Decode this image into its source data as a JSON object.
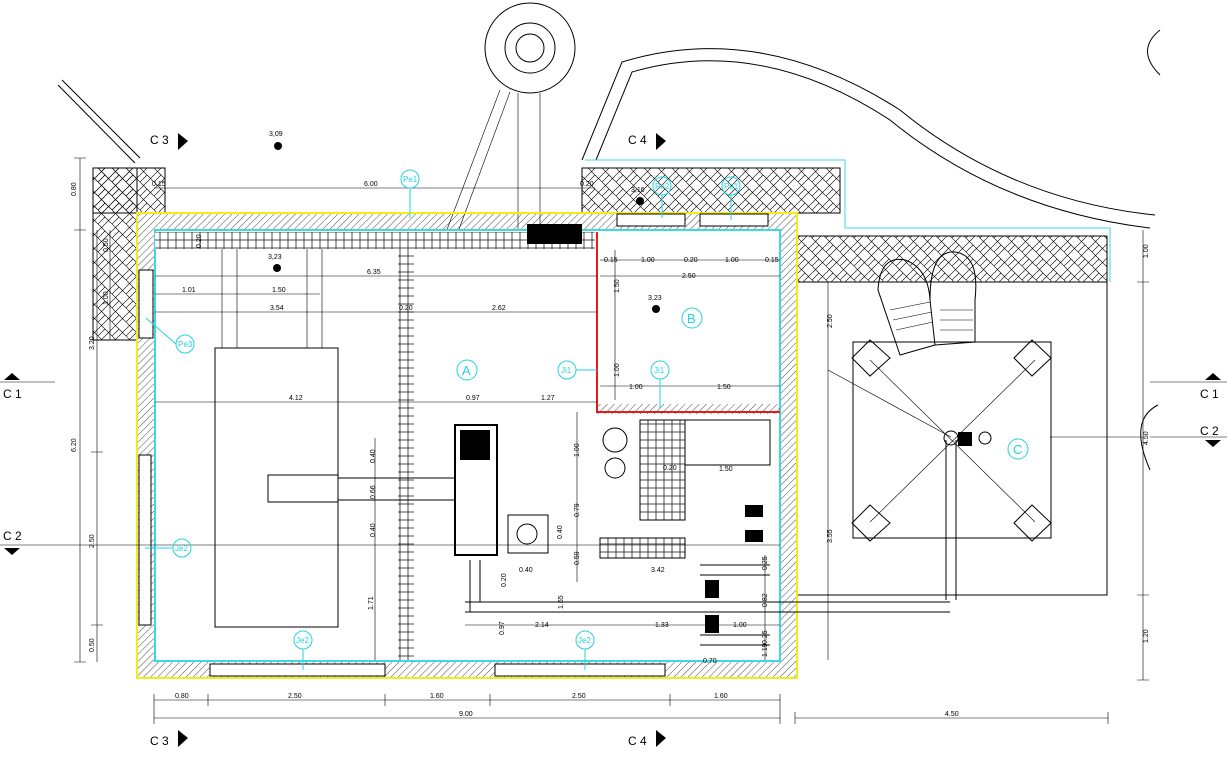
{
  "sections": {
    "c1": "C 1",
    "c2": "C 2",
    "c3": "C 3",
    "c4": "C 4"
  },
  "rooms": {
    "a": "A",
    "b": "B",
    "c": "C"
  },
  "elevations": [
    "3,09",
    "3,23",
    "3,23",
    "3,16"
  ],
  "tags": [
    "Pe1",
    "Pe2",
    "Pe1",
    "Pe3",
    "Ji1",
    "Ji1",
    "Je2",
    "Je2",
    "Je2"
  ],
  "dims": {
    "bottom": [
      "0.80",
      "2.50",
      "1.60",
      "2.50",
      "1.60",
      "9.00",
      "4.50"
    ],
    "left": [
      "0.80",
      "3.20",
      "6.20",
      "0.50",
      "1.00",
      "2.50",
      "0.50"
    ],
    "right": [
      "1.00",
      "4.50",
      "1.20",
      "2.50",
      "3.55"
    ],
    "top": [
      "0.15",
      "6.00",
      "0.20",
      "0.20"
    ],
    "room_a": [
      "6.35",
      "1.01",
      "1.50",
      "3.54",
      "0.20",
      "2.62",
      "4.12",
      "0.97",
      "1.27"
    ],
    "room_b": [
      "0.15",
      "1.00",
      "0.20",
      "1.00",
      "0.15",
      "2.50",
      "1.50",
      "1.00",
      "1.00",
      "1.50"
    ],
    "machine": [
      "0.40",
      "0.66",
      "0.40",
      "1.71",
      "1.00",
      "0.79",
      "0.40",
      "0.59",
      "0.20",
      "1.50",
      "0.40",
      "0.20",
      "1.65",
      "3.42",
      "0.25",
      "0.82",
      "0.97",
      "2.14",
      "1.33",
      "1.00",
      "0.25",
      "1.19",
      "0.70"
    ]
  },
  "colors": {
    "outline": "#f2ec1a",
    "inner": "#3fd7e4",
    "room_b_wall": "#e41b1b",
    "annotation": "#22d3e0"
  }
}
